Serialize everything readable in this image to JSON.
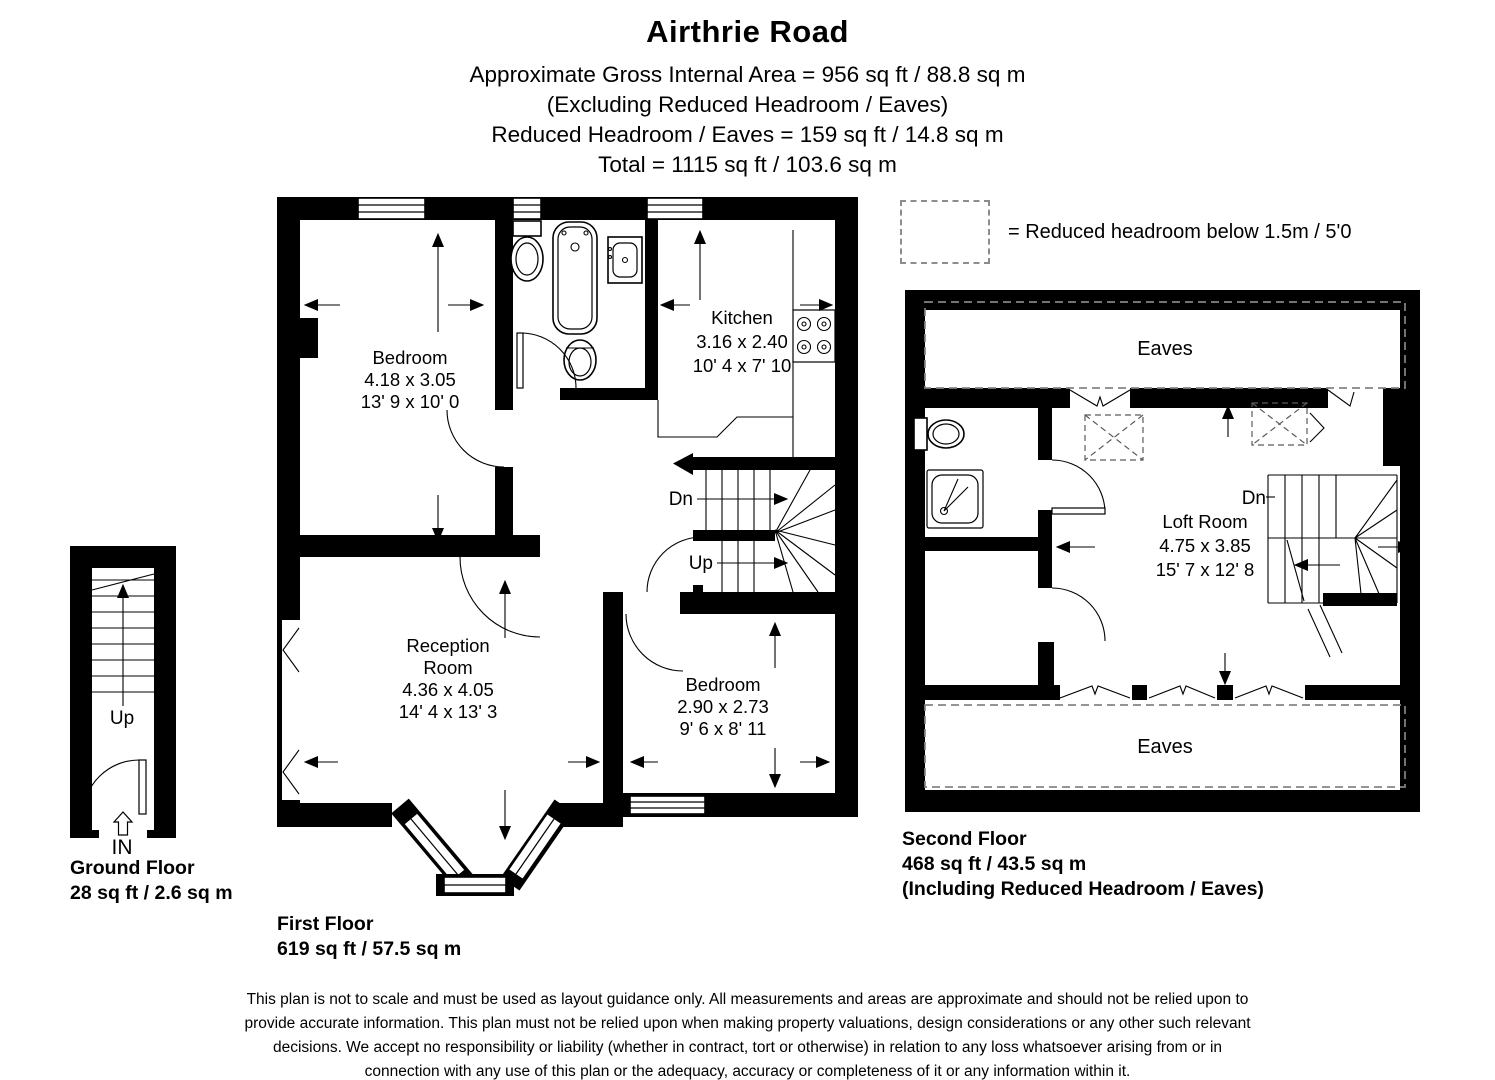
{
  "header": {
    "title": "Airthrie Road",
    "area_line": "Approximate Gross Internal Area = 956 sq ft / 88.8 sq m",
    "excluding_line": "(Excluding Reduced Headroom / Eaves)",
    "reduced_line": "Reduced Headroom / Eaves = 159 sq ft / 14.8 sq m",
    "total_line": "Total = 1115 sq ft / 103.6 sq m"
  },
  "legend": {
    "label": "= Reduced headroom below 1.5m / 5'0"
  },
  "ground_floor": {
    "title": "Ground Floor",
    "area": "28 sq ft / 2.6 sq m",
    "stair_direction_label": "Up",
    "entrance_label": "IN"
  },
  "first_floor": {
    "title": "First Floor",
    "area": "619 sq ft / 57.5 sq m",
    "bedroom_front": {
      "name": "Bedroom",
      "size_metric": "4.18 x 3.05",
      "size_imperial": "13' 9 x 10' 0"
    },
    "kitchen": {
      "name": "Kitchen",
      "size_metric": "3.16 x 2.40",
      "size_imperial": "10' 4 x 7' 10"
    },
    "reception": {
      "name_line1": "Reception",
      "name_line2": "Room",
      "size_metric": "4.36 x 4.05",
      "size_imperial": "14' 4 x 13' 3"
    },
    "bedroom_rear": {
      "name": "Bedroom",
      "size_metric": "2.90 x 2.73",
      "size_imperial": "9' 6 x 8' 11"
    },
    "stairs_down_label": "Dn",
    "stairs_up_label": "Up"
  },
  "second_floor": {
    "title": "Second Floor",
    "area": "468 sq ft / 43.5 sq m",
    "note": "(Including Reduced Headroom / Eaves)",
    "eaves_front_label": "Eaves",
    "eaves_rear_label": "Eaves",
    "loft_room": {
      "name": "Loft Room",
      "size_metric": "4.75 x 3.85",
      "size_imperial": "15' 7 x 12' 8"
    },
    "stairs_down_label": "Dn"
  },
  "disclaimer": {
    "line1": "This plan is not to scale and must be used as layout guidance only. All measurements and areas are approximate and should not be relied upon to",
    "line2": "provide accurate information. This plan must not be relied upon when making property valuations, design considerations or any other such relevant",
    "line3": "decisions. We accept no responsibility or liability (whether in contract, tort or otherwise) in relation to any loss whatsoever arising from or in",
    "line4": "connection with any use of this plan or the adequacy, accuracy or completeness of it or any information within it."
  },
  "colors": {
    "wall": "#000000",
    "background": "#ffffff",
    "dashed_outline": "#858585"
  },
  "glyphs": {
    "fixtures": [
      "toilet-icon",
      "bathtub-icon",
      "sink-icon",
      "shower-icon",
      "hob-icon",
      "window-icon",
      "door-arc-icon",
      "skylight-icon",
      "stairs-icon",
      "entrance-arrow-icon",
      "dimension-arrow-icon"
    ]
  }
}
